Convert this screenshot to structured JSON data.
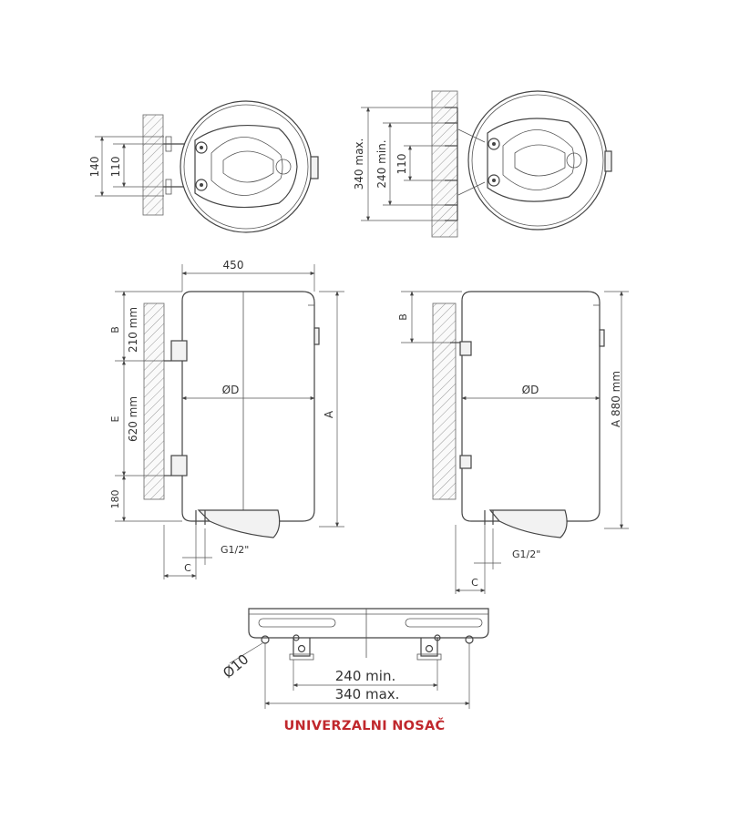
{
  "dimensions": {
    "top_left_outer": "140",
    "top_left_inner": "110",
    "top_right_max": "340 max.",
    "top_right_min": "240 min.",
    "top_right_inner": "110",
    "width_450": "450",
    "b": "B",
    "d_210": "210 mm",
    "e": "E",
    "d_620": "620 mm",
    "d_180": "180",
    "diam_d": "ØD",
    "a": "A",
    "a_880": "880 mm",
    "thread": "G1/2\"",
    "c": "C",
    "bracket_hole": "Ø10",
    "bracket_min": "240 min.",
    "bracket_max": "340 max."
  },
  "caption": "UNIVERZALNI NOSAČ",
  "colors": {
    "caption": "#c0282d",
    "line": "#444444"
  }
}
